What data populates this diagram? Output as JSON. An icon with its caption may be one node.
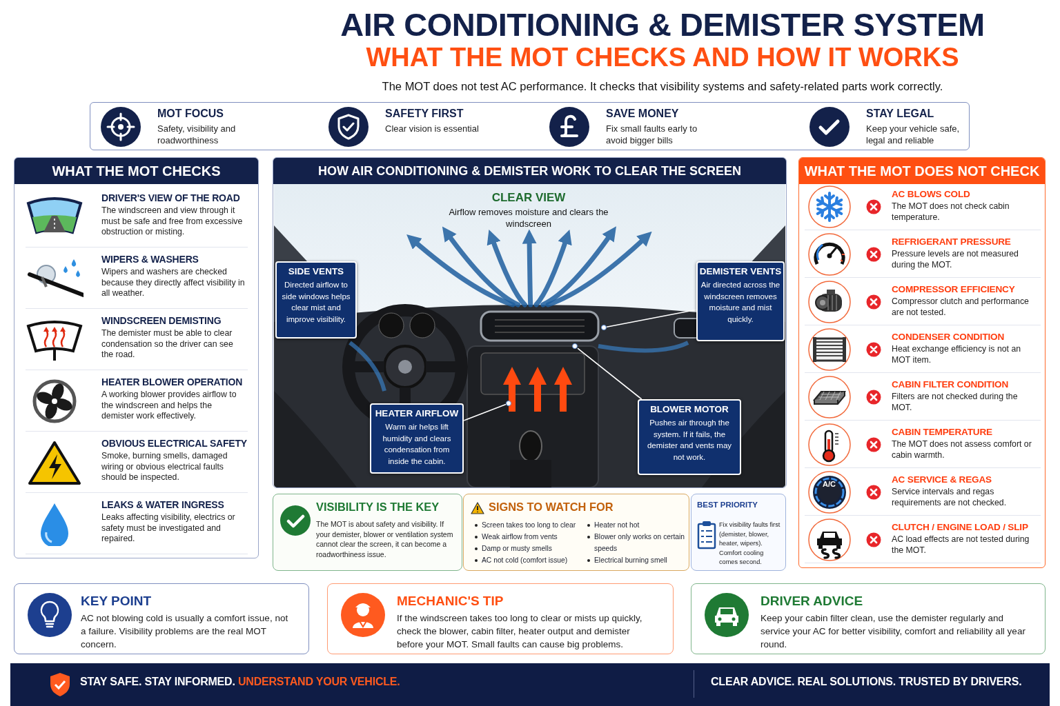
{
  "diagram": {
    "title": "AIR CONDITIONING & DEMISTER SYSTEM",
    "nodes": [
      {
        "text": [],
        "shape": "box"
      },
      {
        "text": [
          "MOT FOCUS",
          "Safety, visibility and roadworthiness"
        ],
        "in": 0
      },
      {
        "text": [
          "SAFETY FIRST",
          "Clear vision is essential"
        ],
        "in": 0
      },
      {
        "text": [
          "SAVE MONEY",
          "Fix small faults early to avoid bigger bills"
        ],
        "in": 0
      },
      {
        "text": [
          "STAY LEGAL",
          "Keep your vehicle safe, legal and reliable"
        ],
        "in": 0
      },
      {
        "text": [
          "WHAT THE MOT CHECKS"
        ]
      },
      {
        "text": [
          "DRIVER'S VIEW OF THE ROAD",
          "The windscreen and view through it must be safe and free from excessive obstruction or misting."
        ],
        "in": 5
      },
      {
        "text": [
          "WIPERS & WASHERS",
          "Wipers and washers are checked because they directly affect visibility in all weather."
        ],
        "in": 5
      },
      {
        "text": [
          "WINDSCREEN DEMISTING",
          "The demister must be able to clear condensation so the driver can see the road."
        ],
        "in": 5
      },
      {
        "text": [
          "HEATER BLOWER OPERATION",
          "A working blower provides airflow to the windscreen and helps the demister work effectively."
        ],
        "in": 5
      },
      {
        "text": [
          "OBVIOUS ELECTRICAL SAFETY",
          "Smoke, burning smells, damaged wiring or obvious electrical faults should be inspected."
        ],
        "in": 5
      },
      {
        "text": [
          "LEAKS & WATER INGRESS",
          "Leaks affecting visibility, electrics or safety must be investigated and repaired."
        ],
        "in": 5
      },
      {
        "text": [
          "HOW AIR CONDITIONING & DEMISTER WORK TO CLEAR THE SCREEN"
        ]
      },
      {
        "text": [
          "CLEAR VIEW",
          "Airflow removes moisture and clears the windscreen"
        ],
        "in": 12
      },
      {
        "text": [
          "SIDE VENTS",
          "Directed airflow to side windows helps clear mist and improve visibility."
        ],
        "in": 12
      },
      {
        "text": [
          "DEMISTER VENTS",
          "Air directed across the windscreen removes moisture and mist quickly."
        ],
        "in": 12
      },
      {
        "text": [
          "HEATER AIRFLOW",
          "Warm air helps lift humidity and clears condensation from inside the cabin."
        ],
        "in": 12
      },
      {
        "text": [
          "BLOWER MOTOR",
          "Pushes air through the system. If it fails, the demister and vents may not work."
        ],
        "in": 12
      },
      {
        "text": [],
        "shape": "circle",
        "in": 12
      },
      {
        "text": [],
        "shape": "circle",
        "in": 12
      },
      {
        "text": [],
        "shape": "circle",
        "in": 12
      },
      {
        "text": [
          "WHAT THE MOT DOES NOT CHECK"
        ]
      },
      {
        "text": [
          "AC BLOWS COLD",
          "The MOT does not check cabin temperature."
        ],
        "in": 21
      },
      {
        "text": [
          "REFRIGERANT PRESSURE",
          "Pressure levels are not measured during the MOT."
        ],
        "in": 21
      },
      {
        "text": [
          "COMPRESSOR EFFICIENCY",
          "Compressor clutch and performance are not tested."
        ],
        "in": 21
      },
      {
        "text": [
          "CONDENSER CONDITION",
          "Heat exchange efficiency is not an MOT item."
        ],
        "in": 21
      },
      {
        "text": [
          "CABIN FILTER CONDITION",
          "Filters are not checked during the MOT."
        ],
        "in": 21
      },
      {
        "text": [
          "CABIN TEMPERATURE",
          "The MOT does not assess comfort or cabin warmth."
        ],
        "in": 21
      },
      {
        "text": [
          "AC SERVICE & REGAS",
          "Service intervals and regas requirements are not checked."
        ],
        "in": 21
      },
      {
        "text": [
          "CLUTCH / ENGINE LOAD / SLIP",
          "AC load effects are not tested during the MOT."
        ],
        "in": 21
      },
      {
        "text": [
          "VISIBILITY IS THE KEY",
          "The MOT is about safety and visibility. If your demister, blower or ventilation system cannot clear the screen, it can become a roadworthiness issue."
        ]
      },
      {
        "text": [
          "SIGNS TO WATCH FOR",
          "Screen takes too long to clear",
          "Weak airflow from vents",
          "Damp or musty smells",
          "AC not cold (comfort issue)",
          "Heater not hot",
          "Blower only works on certain speeds",
          "Electrical burning smell"
        ]
      },
      {
        "text": [
          "BEST PRIORITY",
          "Fix visibility faults first (demister, blower, heater, wipers). Comfort cooling comes second."
        ]
      },
      {
        "text": [
          "KEY POINT",
          "AC not blowing cold is usually a comfort issue, not a failure. Visibility problems are the real MOT concern."
        ]
      },
      {
        "text": [
          "MECHANIC'S TIP",
          "If the windscreen takes too long to clear or mists up quickly, check the blower, cabin filter, heater output and demister before your MOT. Small faults can cause big problems."
        ]
      },
      {
        "text": [
          "DRIVER ADVICE",
          "Keep your cabin filter clean, use the demister regularly and service your AC for better visibility, comfort and reliability all year round."
        ]
      }
    ],
    "edges": [
      {
        "from": 16,
        "to": 18,
        "arrow": "none"
      },
      {
        "from": 17,
        "to": 19,
        "arrow": "none"
      },
      {
        "from": 15,
        "to": 20,
        "arrow": "none"
      }
    ],
    "labels": [
      "WHAT THE MOT CHECKS AND HOW IT WORKS",
      "The MOT does not test AC performance. It checks that visibility systems and safety-related parts work correctly.",
      "A/C",
      "STAY SAFE. STAY INFORMED. **UNDERSTAND YOUR VEHICLE.**",
      "CLEAR ADVICE. REAL SOLUTIONS. TRUSTED BY DRIVERS."
    ]
  }
}
